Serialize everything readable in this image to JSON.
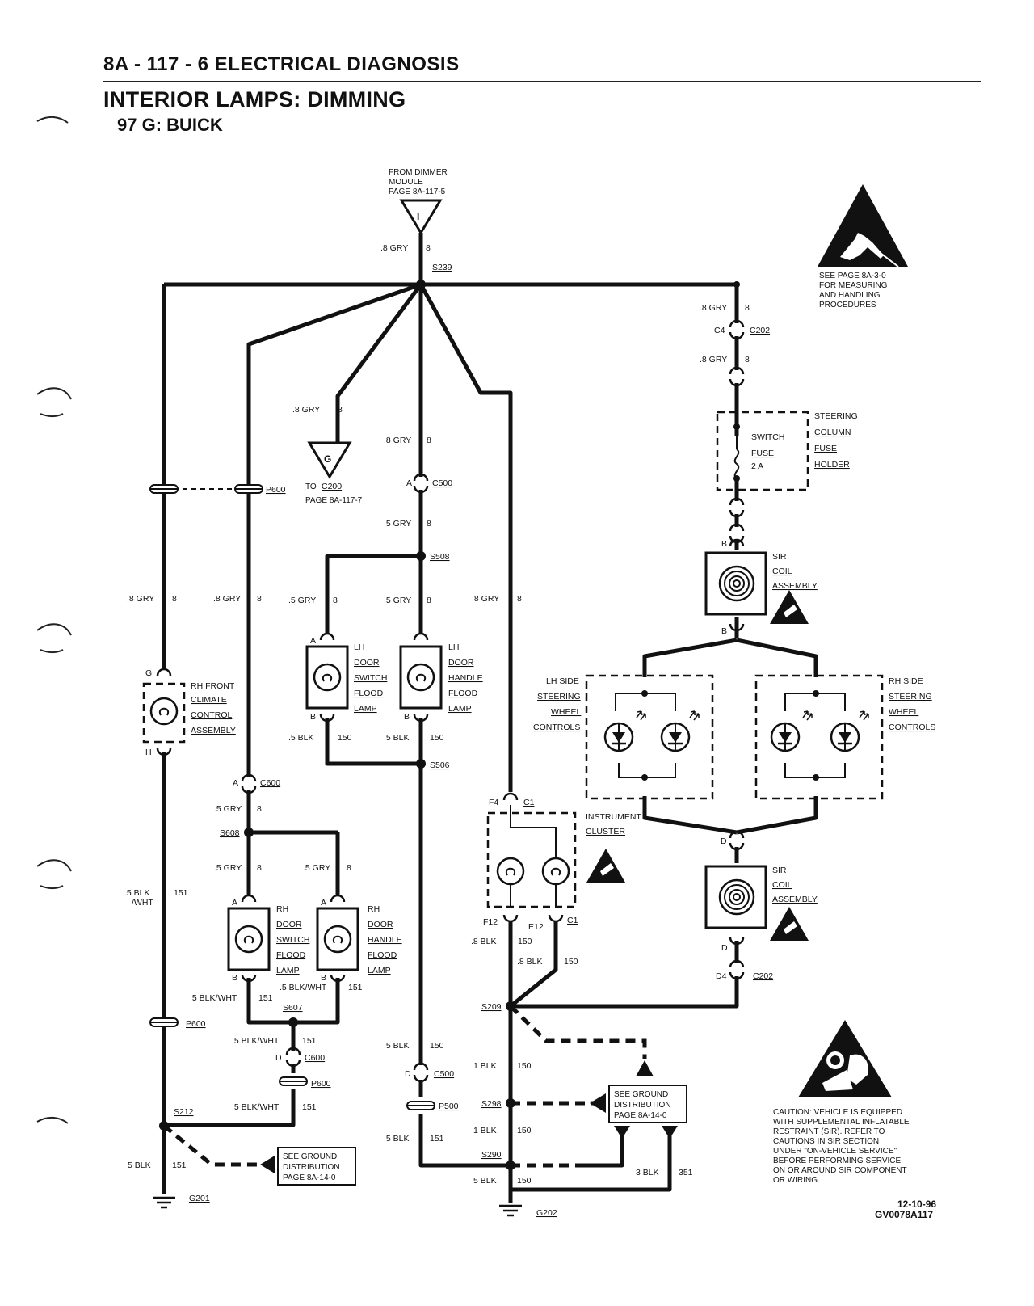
{
  "header": {
    "section": "8A - 117 - 6   ELECTRICAL DIAGNOSIS",
    "title": "INTERIOR LAMPS: DIMMING",
    "subtitle": "97 G: BUICK"
  },
  "source": {
    "lines": [
      "FROM DIMMER",
      "MODULE",
      "PAGE 8A-117-5"
    ],
    "connector": "I"
  },
  "wire_labels": {
    "gry8": ".8 GRY",
    "gry5": ".5 GRY",
    "circuit8": "8",
    "blk5": ".5 BLK",
    "blk5b": "5 BLK",
    "blk1": "1 BLK",
    "blk3": "3 BLK",
    "blk8": ".8 BLK",
    "circuit150": "150",
    "circuit151": "151",
    "circuit351": "351",
    "blkwht5": ".5 BLK/WHT",
    "blkwht5_stack": [
      ".5 BLK",
      "/WHT"
    ]
  },
  "splices": [
    "S239",
    "S508",
    "S506",
    "S608",
    "S607",
    "S209",
    "S298",
    "S290",
    "S212"
  ],
  "grounds": [
    "G201",
    "G202"
  ],
  "connectors": {
    "c202": "C202",
    "c4": "C4",
    "c500": "C500",
    "c600": "C600",
    "p600": "P600",
    "p500": "P500",
    "c1": "C1",
    "f4": "F4",
    "f12": "F12",
    "e12": "E12",
    "d4": "D4",
    "pin_a": "A",
    "pin_b": "B",
    "pin_d": "D",
    "pin_g": "G",
    "pin_h": "H"
  },
  "offpage_g": {
    "letter": "G",
    "to": "TO",
    "conn": "C200",
    "page": "PAGE 8A-117-7"
  },
  "components": {
    "rh_front_climate": [
      "RH FRONT",
      "CLIMATE",
      "CONTROL",
      "ASSEMBLY"
    ],
    "lh_door_switch": [
      "LH",
      "DOOR",
      "SWITCH",
      "FLOOD",
      "LAMP"
    ],
    "lh_door_handle": [
      "LH",
      "DOOR",
      "HANDLE",
      "FLOOD",
      "LAMP"
    ],
    "rh_door_switch": [
      "RH",
      "DOOR",
      "SWITCH",
      "FLOOD",
      "LAMP"
    ],
    "rh_door_handle": [
      "RH",
      "DOOR",
      "HANDLE",
      "FLOOD",
      "LAMP"
    ],
    "instrument_cluster": [
      "INSTRUMENT",
      "CLUSTER"
    ],
    "steering_fuse_holder": [
      "STEERING",
      "COLUMN",
      "FUSE",
      "HOLDER"
    ],
    "switch_fuse": [
      "SWITCH",
      "FUSE",
      "2 A"
    ],
    "sir_coil": [
      "SIR",
      "COIL",
      "ASSEMBLY"
    ],
    "lh_side_swc": [
      "LH SIDE",
      "STEERING",
      "WHEEL",
      "CONTROLS"
    ],
    "rh_side_swc": [
      "RH SIDE",
      "STEERING",
      "WHEEL",
      "CONTROLS"
    ]
  },
  "ground_dist": [
    "SEE GROUND",
    "DISTRIBUTION",
    "PAGE 8A-14-0"
  ],
  "esd_note": [
    "SEE PAGE 8A-3-0",
    "FOR MEASURING",
    "AND HANDLING",
    "PROCEDURES"
  ],
  "caution": [
    "CAUTION: VEHICLE IS EQUIPPED",
    "WITH SUPPLEMENTAL INFLATABLE",
    "RESTRAINT (SIR). REFER TO",
    "CAUTIONS IN SIR SECTION",
    "UNDER \"ON-VEHICLE SERVICE\"",
    "BEFORE PERFORMING SERVICE",
    "ON OR AROUND SIR COMPONENT",
    "OR WIRING."
  ],
  "footer": {
    "date": "12-10-96",
    "code": "GV0078A117"
  }
}
